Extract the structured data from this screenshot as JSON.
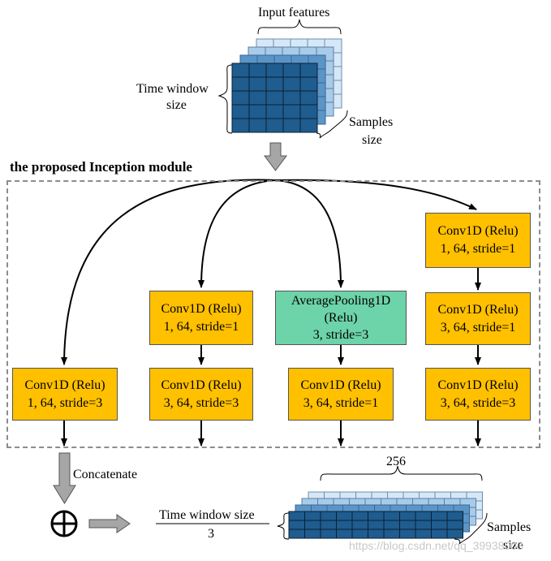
{
  "input": {
    "top_label": "Input features",
    "left_label_line1": "Time window",
    "left_label_line2": "size",
    "right_label_line1": "Samples",
    "right_label_line2": "size"
  },
  "module_title": "the proposed Inception module",
  "branches": [
    {
      "blocks": [
        {
          "line1": "Conv1D (Relu)",
          "line2": "1, 64, stride=3"
        }
      ]
    },
    {
      "blocks": [
        {
          "line1": "Conv1D (Relu)",
          "line2": "1, 64, stride=1"
        },
        {
          "line1": "Conv1D (Relu)",
          "line2": "3, 64, stride=3"
        }
      ]
    },
    {
      "blocks": [
        {
          "line1": "AveragePooling1D",
          "line2": "(Relu)",
          "line3": "3, stride=3"
        },
        {
          "line1": "Conv1D (Relu)",
          "line2": "3, 64, stride=1"
        }
      ]
    },
    {
      "blocks": [
        {
          "line1": "Conv1D (Relu)",
          "line2": "1, 64, stride=1"
        },
        {
          "line1": "Conv1D (Relu)",
          "line2": "3, 64, stride=1"
        },
        {
          "line1": "Conv1D (Relu)",
          "line2": "3, 64, stride=3"
        }
      ]
    }
  ],
  "concatenate_label": "Concatenate",
  "output": {
    "top_label": "256",
    "fraction_numerator": "Time window size",
    "fraction_denominator": "3",
    "right_label_line1": "Samples",
    "right_label_line2": "size"
  },
  "watermark": "https://blog.csdn.net/qq_39938003",
  "colors": {
    "conv": "#FFC000",
    "pool": "#6DD3A9",
    "grid_dark": "#1F5C8F",
    "grid_mid": "#5B95C8",
    "grid_light": "#A9CBEA",
    "grid_lightest": "#D6E7F7",
    "arrow_gray": "#A6A6A6"
  }
}
